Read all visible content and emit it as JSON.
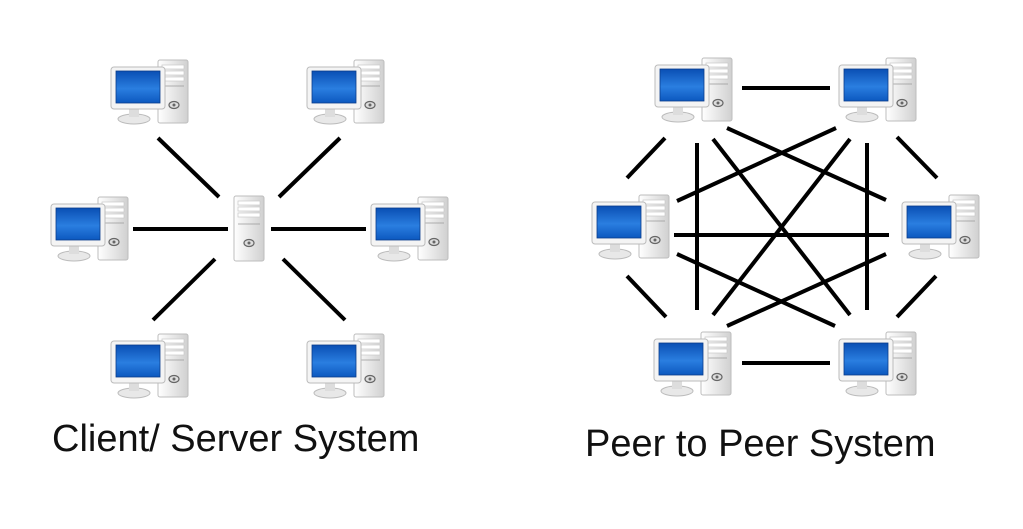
{
  "client_server": {
    "caption": "Client/ Server System",
    "nodes": [
      "client",
      "client",
      "client",
      "client",
      "client",
      "client"
    ],
    "center": "server"
  },
  "peer_to_peer": {
    "caption": "Peer to Peer System",
    "nodes": [
      "peer",
      "peer",
      "peer",
      "peer",
      "peer",
      "peer"
    ],
    "topology": "full-mesh"
  },
  "colors": {
    "screen": "#1a64c8",
    "link": "#000000",
    "case": "#e6e6e6"
  }
}
